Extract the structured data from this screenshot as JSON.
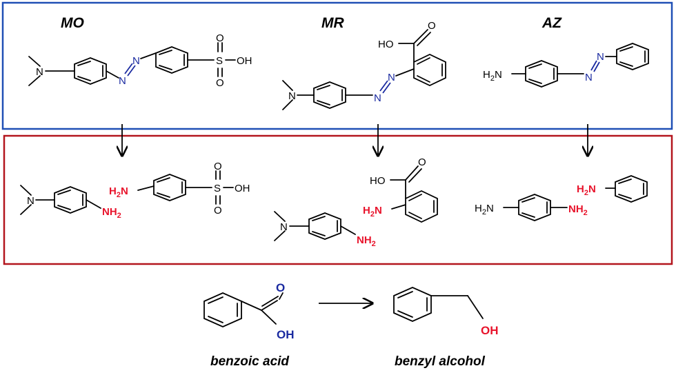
{
  "top_panel": {
    "titles": [
      "MO",
      "MR",
      "AZ"
    ],
    "border_color": "#1f4fb5"
  },
  "bottom_panel": {
    "border_color": "#b3151d"
  },
  "atoms": {
    "n": "N",
    "s": "S",
    "o": "O",
    "oh": "OH",
    "ho": "HO",
    "h": "H",
    "nh": "NH",
    "sub2": "2"
  },
  "reaction": {
    "reactant_name": "benzoic acid",
    "product_name": "benzyl alcohol"
  },
  "colors": {
    "azo_blue": "#1a2aa0",
    "amine_red": "#e8132b"
  }
}
